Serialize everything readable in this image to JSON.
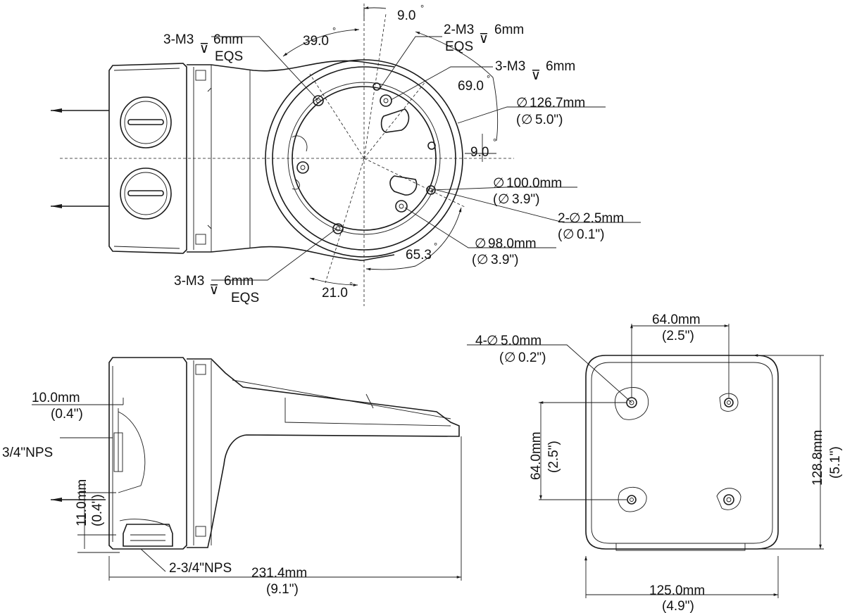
{
  "labels": {
    "m3_eqs_top_left_1": "3-M3",
    "m3_eqs_top_left_2": "6mm",
    "m3_eqs_top_left_3": "EQS",
    "angle_39": "39.0",
    "angle_9_top": "9.0",
    "m3_eqs_top_right_1": "2-M3",
    "m3_eqs_top_right_2": "6mm",
    "m3_eqs_top_right_3": "EQS",
    "m3_right_1": "3-M3",
    "m3_right_2": "6mm",
    "angle_69": "69.0",
    "dia_126_1": "126.7mm",
    "dia_126_2": "5.0\")",
    "angle_9_right": "9.0",
    "dia_100_1": "100.0mm",
    "dia_100_2": "3.9\")",
    "hole_25_1": "2-",
    "hole_25_2": "2.5mm",
    "hole_25_3": "0.1\")",
    "dia_98_1": "98.0mm",
    "dia_98_2": "3.9\")",
    "angle_65": "65.3",
    "m3_eqs_bottom_1": "3-M3",
    "m3_eqs_bottom_2": "6mm",
    "m3_eqs_bottom_3": "EQS",
    "angle_21": "21.0",
    "deg": "°",
    "open_paren": "(",
    "dim_10_1": "10.0mm",
    "dim_10_2": "(0.4\")",
    "nps_34": "3/4\"NPS",
    "dim_11_1": "11.0mm",
    "dim_11_2": "(0.4\")",
    "nps_2x34": "2-3/4\"NPS",
    "dim_231_1": "231.4mm",
    "dim_231_2": "(9.1\")",
    "dim_64h_1": "64.0mm",
    "dim_64h_2": "(2.5\")",
    "holes_4_1": "4-",
    "holes_4_2": "5.0mm",
    "holes_4_3": "0.2\")",
    "dim_64v_1": "64.0mm",
    "dim_64v_2": "(2.5\")",
    "dim_128_1": "128.8mm",
    "dim_128_2": "(5.1\")",
    "dim_125_1": "125.0mm",
    "dim_125_2": "(4.9\")"
  }
}
